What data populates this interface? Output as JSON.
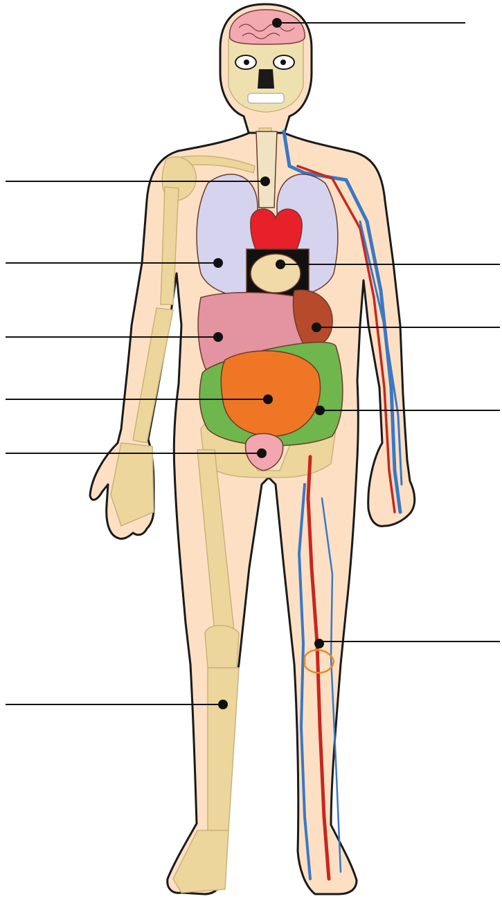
{
  "diagram": {
    "type": "unlabeled anatomy worksheet",
    "label_text_visible": false,
    "organs": [
      {
        "id": "brain",
        "color": "#f2a9b0"
      },
      {
        "id": "trachea",
        "color": "#efe3c4"
      },
      {
        "id": "lungs",
        "color": "#d6d3ee"
      },
      {
        "id": "heart",
        "color": "#e8202a"
      },
      {
        "id": "liver",
        "color": "#e493a0"
      },
      {
        "id": "stomach",
        "color": "#b84a2c"
      },
      {
        "id": "gallbladder",
        "color": "#5aa56f"
      },
      {
        "id": "small-intestine",
        "color": "#ef7624"
      },
      {
        "id": "large-intestine",
        "color": "#6fb64d"
      },
      {
        "id": "bladder",
        "color": "#f1a6b0"
      },
      {
        "id": "knee-nerves",
        "color": "#e38a28"
      },
      {
        "id": "tibia",
        "color": "#ecd69b"
      }
    ],
    "styling": {
      "skin": "#fde0c4",
      "bone": "#ecd69b",
      "artery": "#c8271e",
      "vein": "#3a78c4",
      "leader": "#111111"
    }
  }
}
